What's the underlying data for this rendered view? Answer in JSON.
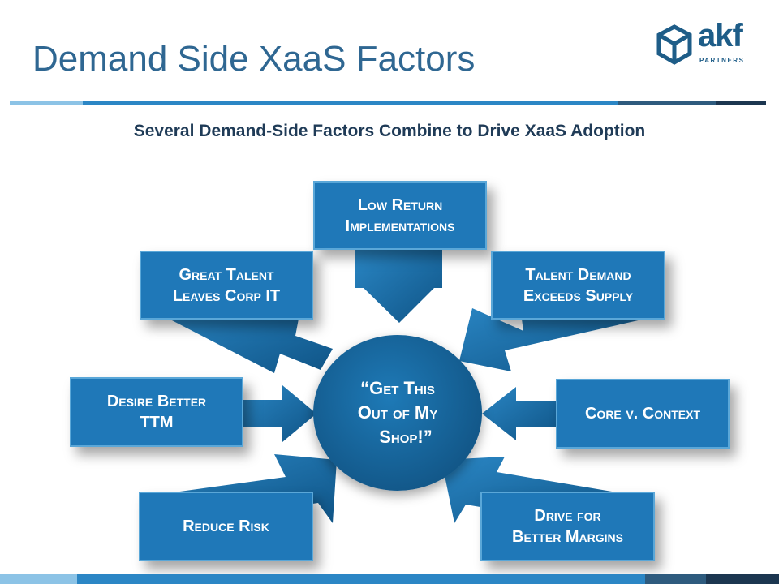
{
  "slide": {
    "title": "Demand Side XaaS Factors",
    "subtitle": "Several Demand-Side Factors Combine to Drive XaaS Adoption"
  },
  "logo": {
    "wordmark": "akf",
    "tagline": "PARTNERS",
    "icon": "cube-icon"
  },
  "diagram": {
    "hub_line1": "“Get This",
    "hub_line2": "Out of My",
    "hub_line3": "Shop!”",
    "factors": {
      "low_return_1": "Low Return",
      "low_return_2": "Implementations",
      "great_talent_1": "Great Talent",
      "great_talent_2": "Leaves Corp IT",
      "talent_demand_1": "Talent Demand",
      "talent_demand_2": "Exceeds Supply",
      "desire_ttm_1": "Desire Better",
      "desire_ttm_2": "TTM",
      "core_context": "Core v. Context",
      "reduce_risk": "Reduce Risk",
      "better_margins_1": "Drive for",
      "better_margins_2": "Better Margins"
    }
  },
  "colors": {
    "title": "#2f6792",
    "box": "#1f78b8",
    "arrow": "#1a6aa3",
    "hub": "#13598b"
  }
}
